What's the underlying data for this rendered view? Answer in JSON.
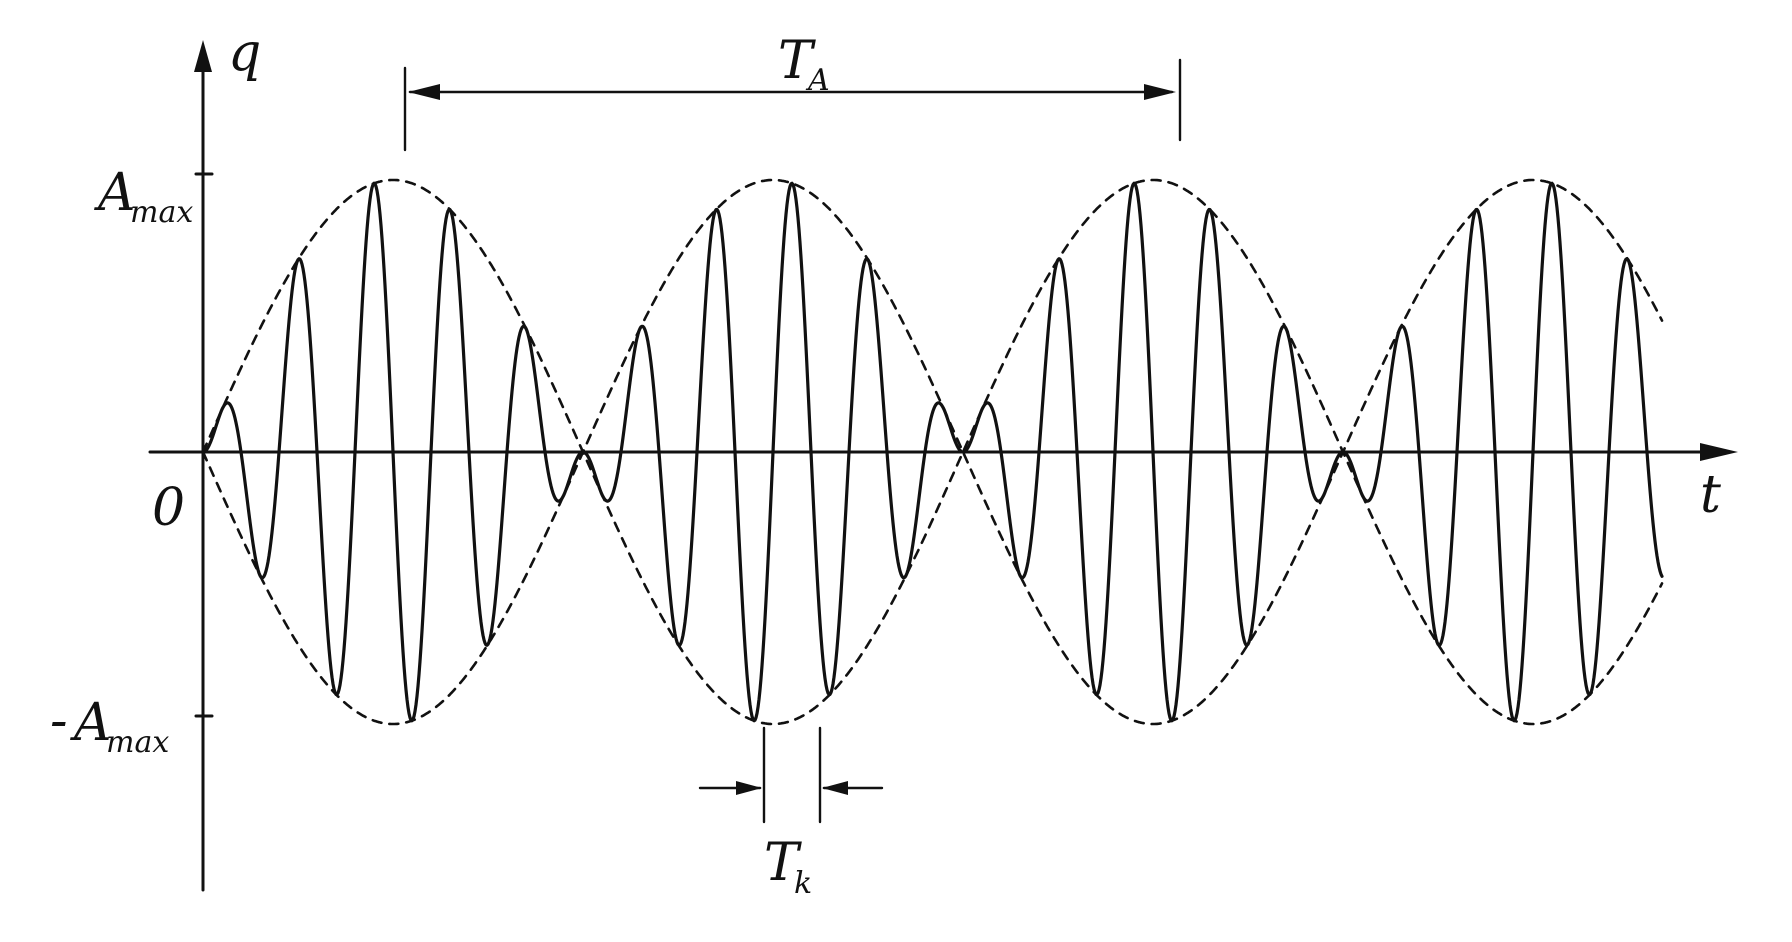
{
  "labels": {
    "q_axis": "q",
    "t_axis": "t",
    "origin": "0",
    "a_max_main": "A",
    "a_max_sub": "max",
    "neg_a_max_prefix": "-",
    "neg_a_max_main": "A",
    "neg_a_max_sub": "max",
    "beat_period_main": "T",
    "beat_period_sub": "A",
    "carrier_period_main": "T",
    "carrier_period_sub": "k"
  },
  "signal": {
    "beat_periods_shown": 2,
    "carrier_cycles_per_beat_period": 10,
    "envelope_style": "dashed",
    "carrier_style": "solid"
  }
}
